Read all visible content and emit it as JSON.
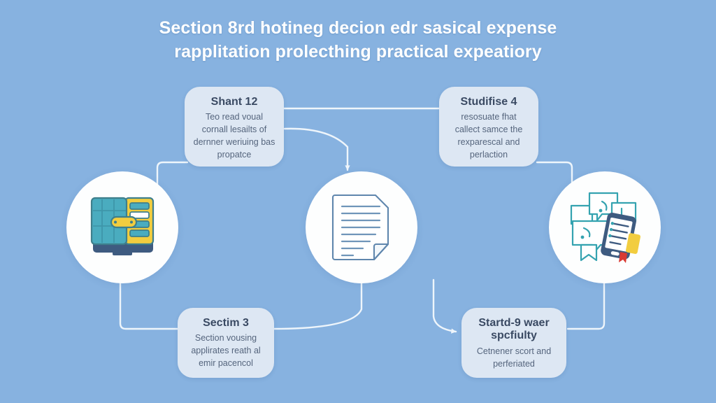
{
  "title": {
    "line1": "Section 8rd hotineg decion edr sasical expense",
    "line2": "rapplitation prolecthing practical expeatiory"
  },
  "colors": {
    "background": "#87b2e0",
    "card_bg": "#dde7f3",
    "circle_bg": "#fdfefe",
    "connector": "#eef5fb",
    "heading_text": "#3a4a63",
    "body_text": "#55657d",
    "title_text": "#ffffff",
    "icon_teal": "#4aacbf",
    "icon_yellow": "#f2cd3f",
    "icon_navy": "#3e5b80",
    "icon_red": "#d93a33",
    "doc_outline": "#5f86ad"
  },
  "cards": [
    {
      "id": "card-top-left",
      "heading": "Shant 12",
      "body": "Teo read voual cornall lesailts of dernner weriuing bas propatce"
    },
    {
      "id": "card-top-right",
      "heading": "Studifise 4",
      "body": "resosuate fhat callect samce the rexparescal and perlaction"
    },
    {
      "id": "card-bottom-left",
      "heading": "Sectim 3",
      "body": "Section vousing applirates reath al emir pacencol"
    },
    {
      "id": "card-bottom-right",
      "heading": "Startd-9 waer spcfiulty",
      "body": "Cetnener scort and perferiated"
    }
  ],
  "nodes": [
    {
      "id": "node-left",
      "icon": "monitor-dashboard-icon"
    },
    {
      "id": "node-center",
      "icon": "document-page-icon"
    },
    {
      "id": "node-right",
      "icon": "chat-clipboard-award-icon"
    }
  ]
}
